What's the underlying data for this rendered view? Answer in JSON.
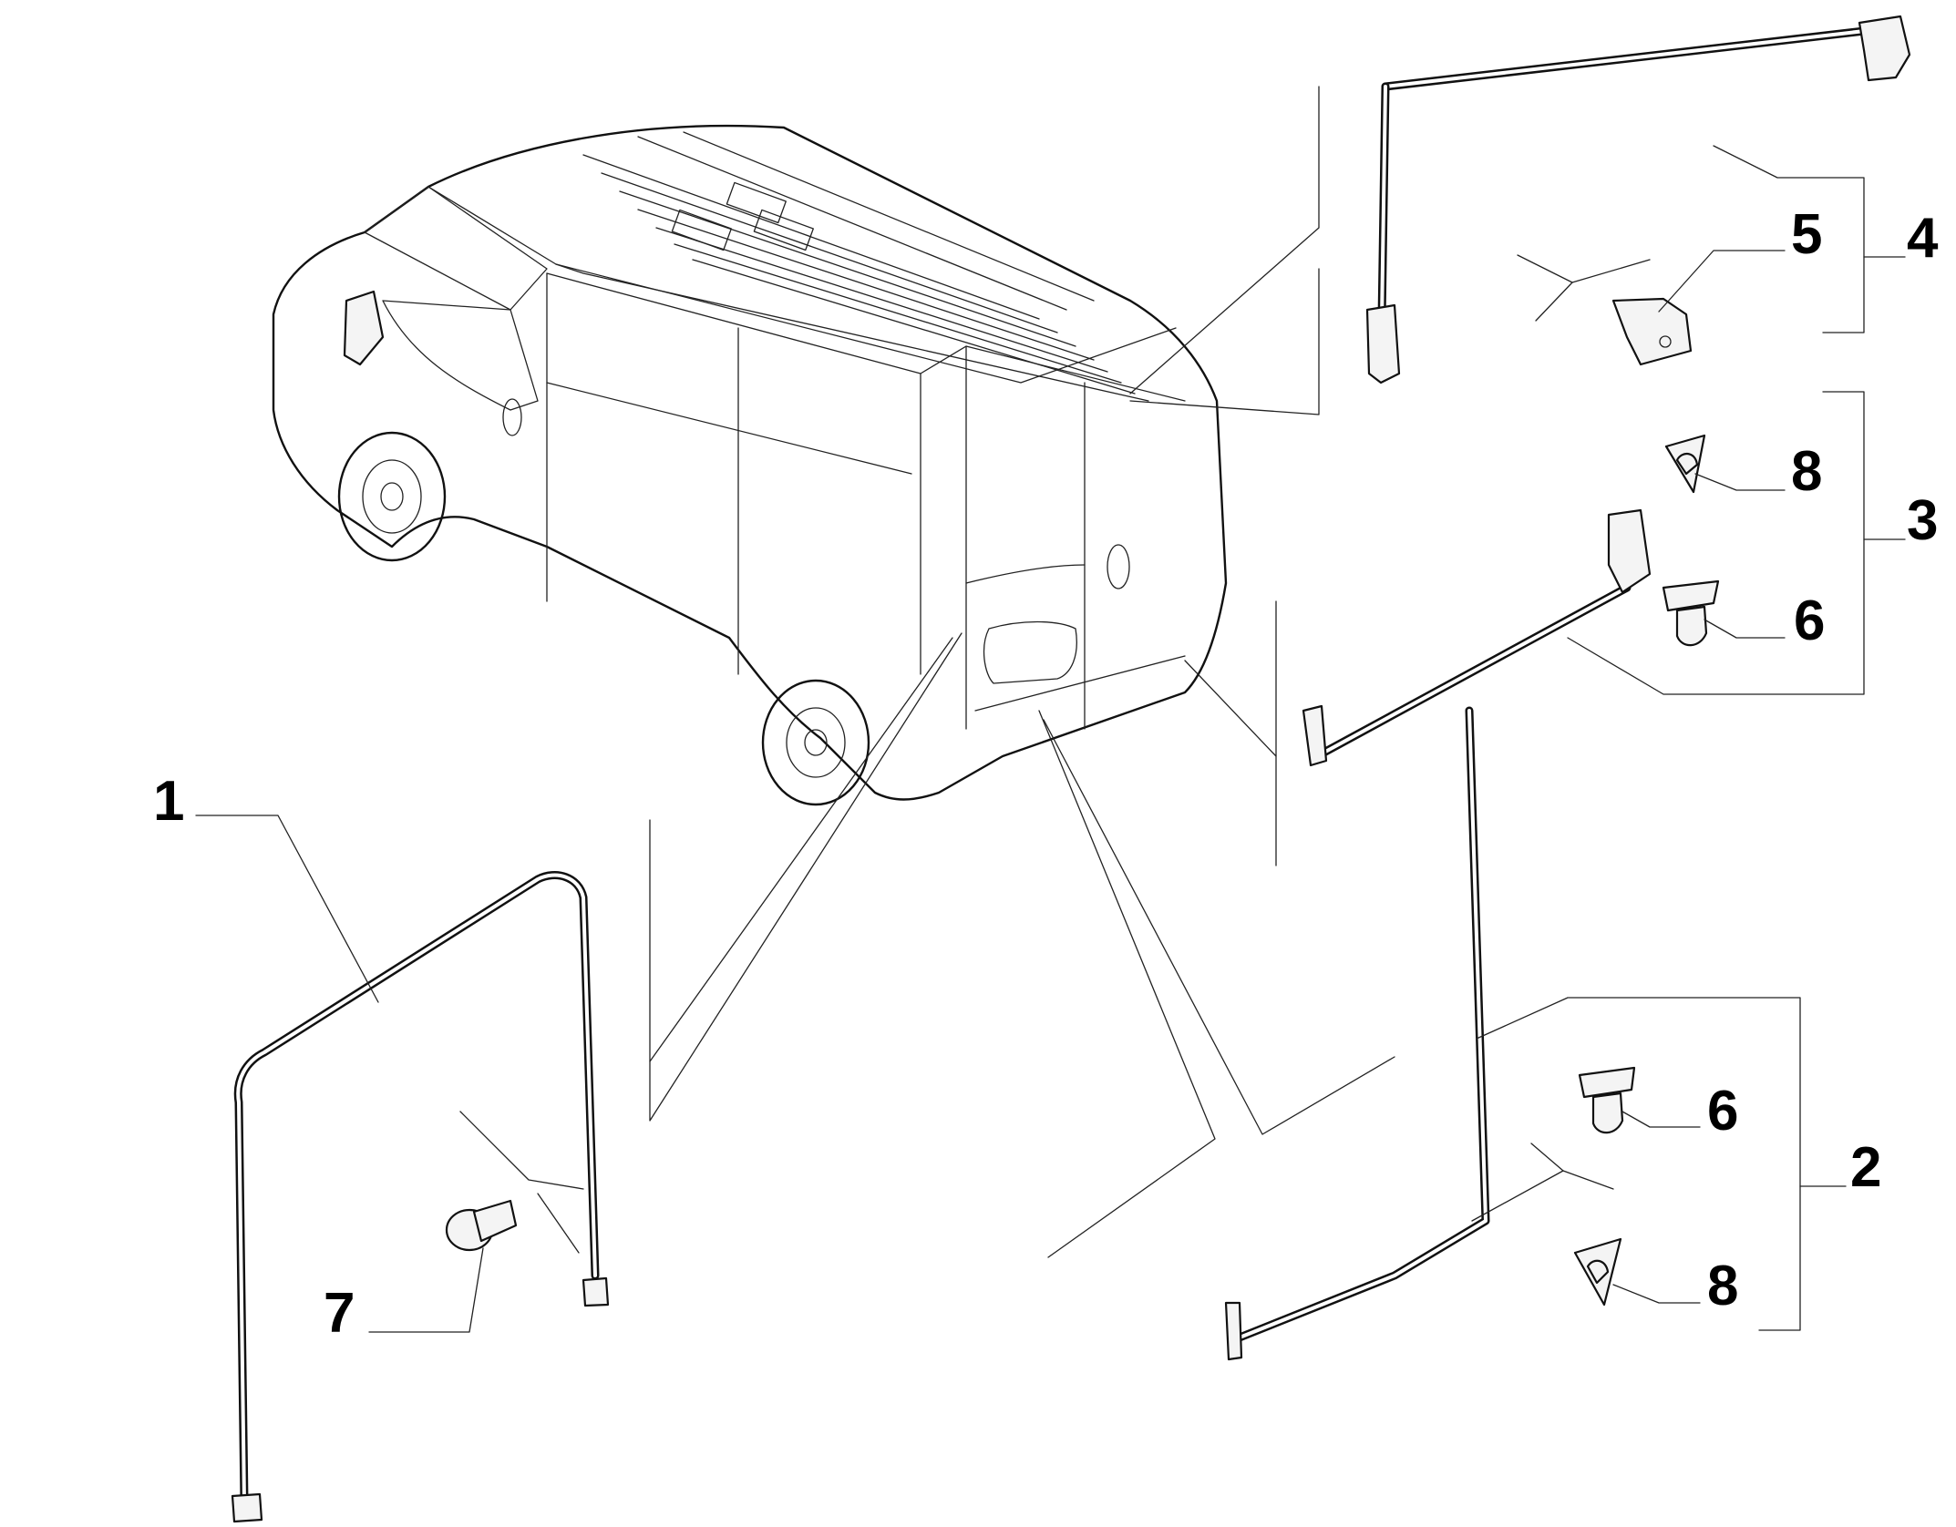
{
  "callouts": [
    {
      "id": "c1",
      "number": "1"
    },
    {
      "id": "c2",
      "number": "2"
    },
    {
      "id": "c3",
      "number": "3"
    },
    {
      "id": "c4",
      "number": "4"
    },
    {
      "id": "c5",
      "number": "5"
    },
    {
      "id": "c6a",
      "number": "6"
    },
    {
      "id": "c6b",
      "number": "6"
    },
    {
      "id": "c7",
      "number": "7"
    },
    {
      "id": "c8a",
      "number": "8"
    },
    {
      "id": "c8b",
      "number": "8"
    }
  ]
}
